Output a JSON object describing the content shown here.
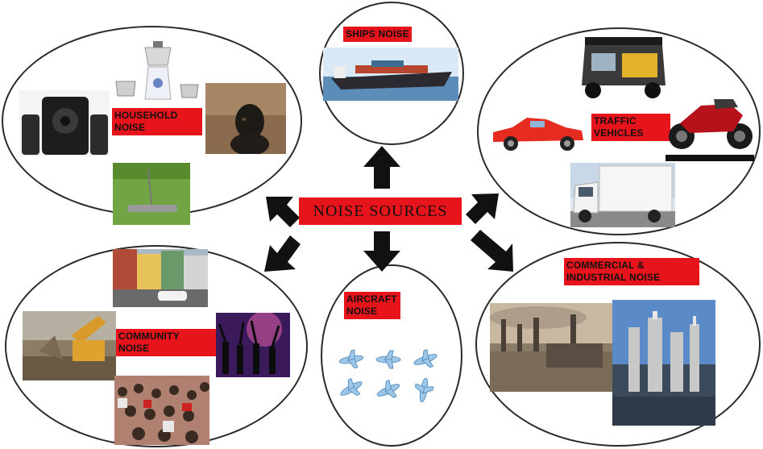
{
  "center": {
    "label": "NOISE SOURCES"
  },
  "sources": {
    "household": {
      "label": "HOUSEHOLD\nNOISE"
    },
    "ships": {
      "label": "SHIPS NOISE"
    },
    "traffic": {
      "label": "TRAFFIC\nVEHICLES"
    },
    "community": {
      "label": "COMMUNITY\nNOISE"
    },
    "aircraft": {
      "label": "AIRCRAFT\nNOISE"
    },
    "industrial": {
      "label": "COMMERCIAL &\nINDUSTRIAL NOISE"
    }
  },
  "colors": {
    "label_bg": "#e8141c",
    "arrow": "#111111",
    "outline": "#2a2a2a"
  },
  "icons": [
    "speaker-icon",
    "mixer-icon",
    "dog-photo",
    "lawn-roller-photo",
    "ship-photo",
    "auto-rickshaw-photo",
    "car-icon",
    "motorcycle-photo",
    "truck-photo",
    "street-photo",
    "excavator-photo",
    "crowd-photo",
    "party-photo",
    "airplane-icon",
    "factory-photo",
    "plant-photo"
  ]
}
